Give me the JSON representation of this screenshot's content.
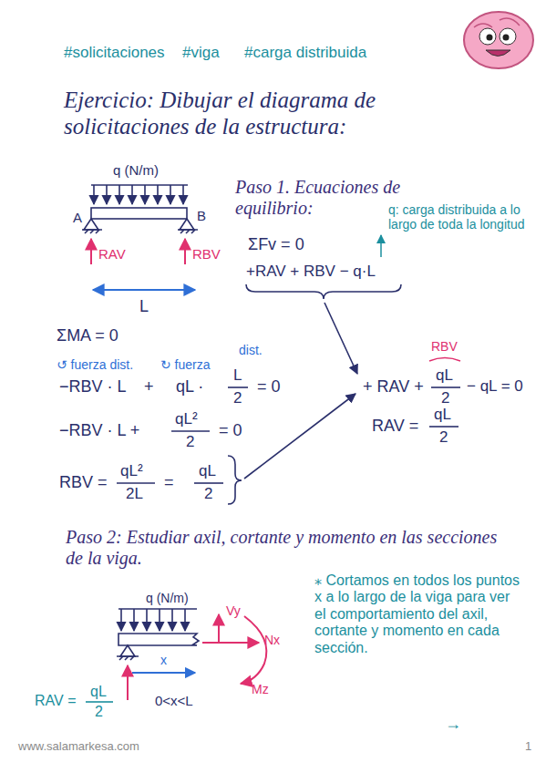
{
  "diagram": {
    "title": "Ejercicio: Dibujar el diagrama de solicitaciones de la estructura:",
    "labels": [
      "#solicitaciones",
      "#viga",
      "#carga distribuida",
      "q (N/m)",
      "A",
      "B",
      "RAV",
      "RBV",
      "L",
      "Paso 1. Ecuaciones de equilibrio:",
      "q: carga distribuida a lo largo de toda la longitud",
      "ΣFv = 0",
      "+RAV + RBV − q·L",
      "ΣMA = 0",
      "↺ fuerza dist.",
      "↻ fuerza",
      "dist.",
      "−RBV · L",
      "+",
      "qL ·",
      "L",
      "2",
      "= 0",
      "−RBV · L +",
      "qL²",
      "2",
      "= 0",
      "RBV =",
      "qL²",
      "2L",
      "=",
      "qL",
      "2",
      "RBV",
      "+ RAV +",
      "qL",
      "2",
      "− qL = 0",
      "RAV =",
      "qL",
      "2",
      "Paso 2: Estudiar axil, cortante y momento en las secciones de la viga.",
      "q (N/m)",
      "Vy",
      "Nx",
      "x",
      "Mz",
      "RAV =",
      "qL",
      "2",
      "0<x<L",
      "⁎ Cortamos en todos los puntos x a lo largo de la viga para ver el comportamiento del axil, cortante y momento en cada sección.",
      "→",
      "www.salamarkesa.com",
      "1"
    ]
  }
}
